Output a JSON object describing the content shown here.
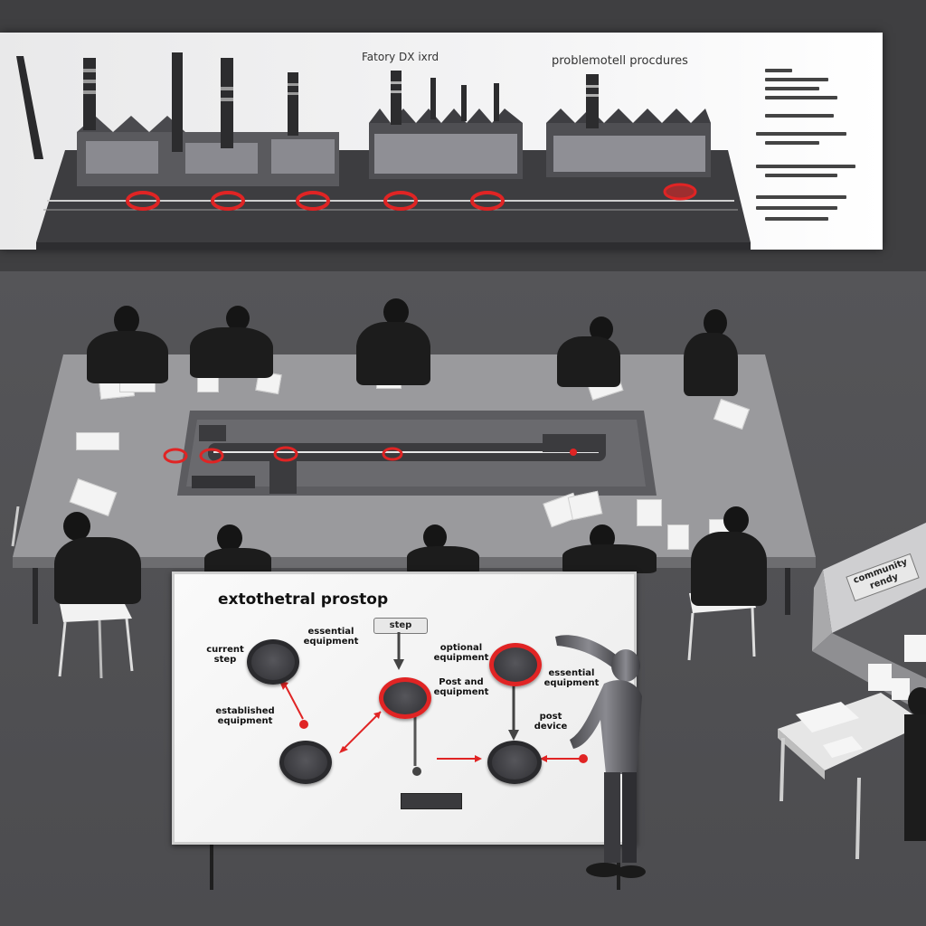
{
  "screen": {
    "title_left": "Fatory DX ixrd",
    "title_right": "problemotell procdures"
  },
  "whiteboard": {
    "title": "extothetral prostop",
    "step_box": "step",
    "labels": {
      "current_step": "current step",
      "essential_top": "essential equipment",
      "established": "established equipment",
      "optional": "optional equipment",
      "post_center": "Post and equipment",
      "essential_right": "essential equipment",
      "post_device": "post device"
    }
  },
  "cabinet": {
    "label": "community rendy"
  },
  "colors": {
    "accent_red": "#e02424",
    "screen_bg": "#f2f2f3",
    "room": "#4c4c4f"
  }
}
